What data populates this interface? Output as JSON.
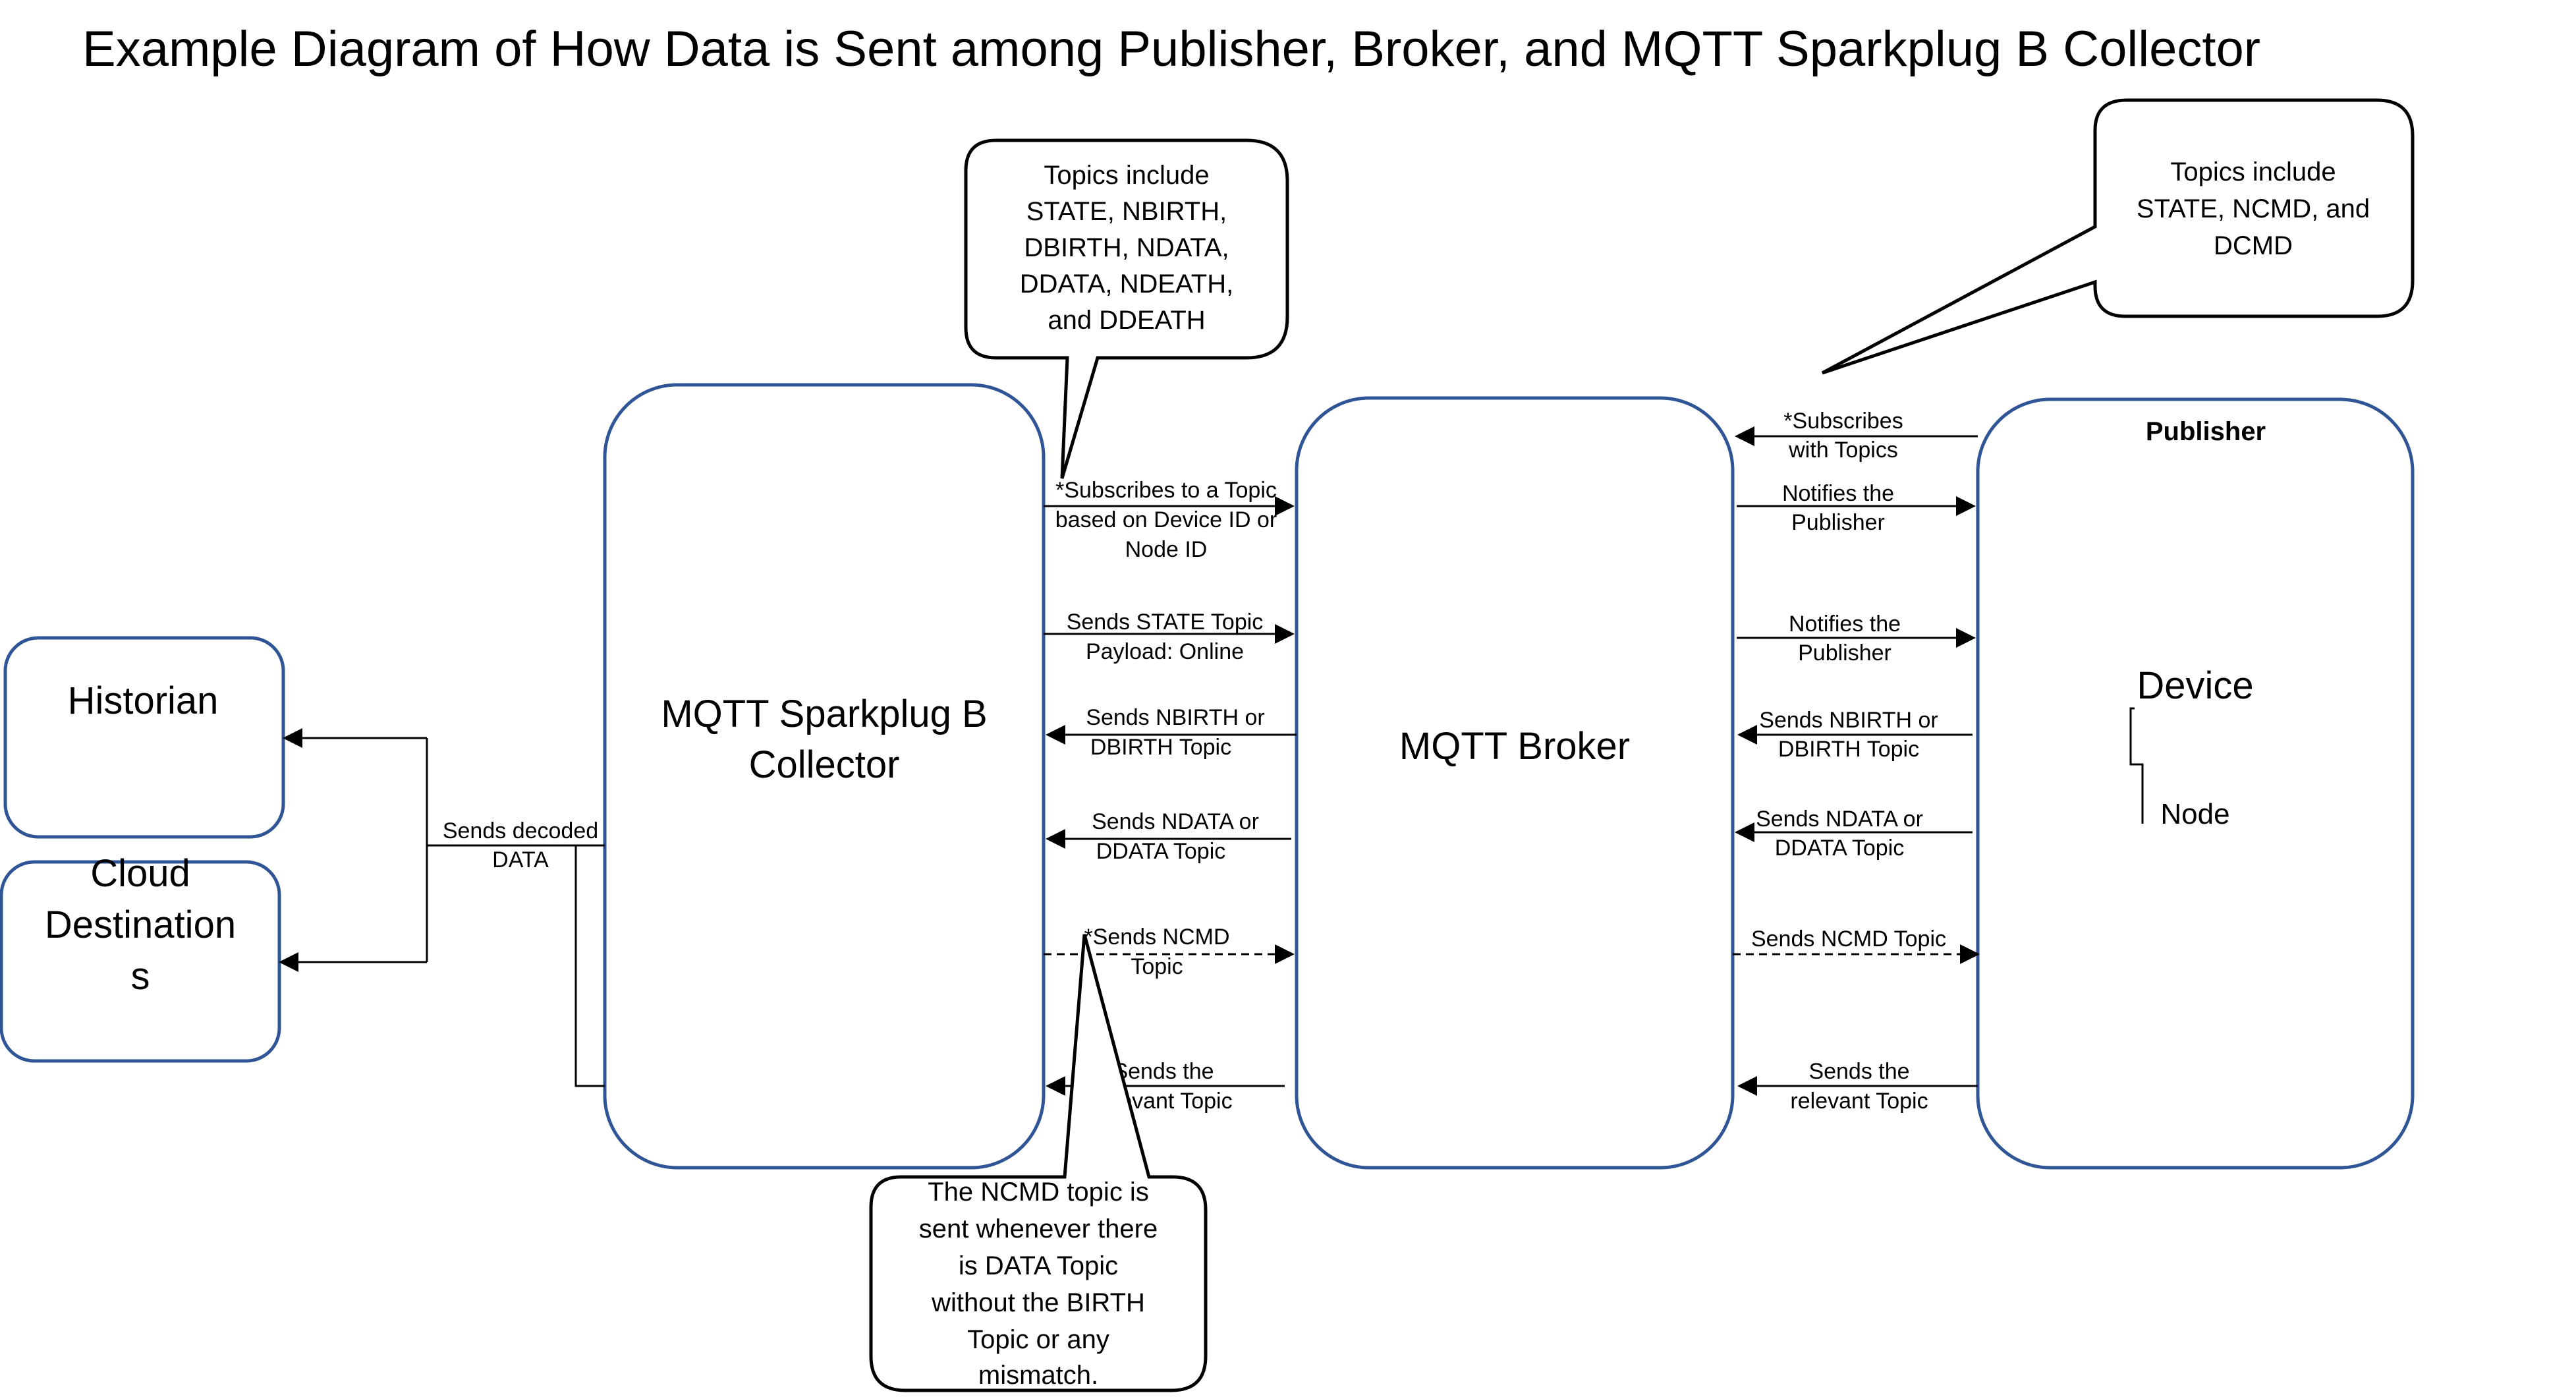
{
  "title": "Example Diagram of How Data is Sent among Publisher, Broker, and MQTT Sparkplug B Collector",
  "nodes": {
    "historian": "Historian",
    "cloud": [
      "Cloud",
      "Destination",
      "s"
    ],
    "collector": [
      "MQTT Sparkplug B",
      "Collector"
    ],
    "broker": "MQTT Broker",
    "publisher": "Publisher",
    "device": "Device",
    "node": "Node"
  },
  "edges": {
    "decoded": [
      "Sends decoded",
      "DATA"
    ],
    "subscribe_collector": [
      "*Subscribes to a Topic",
      "based on Device ID or",
      "Node ID"
    ],
    "state_topic": [
      "Sends STATE Topic",
      "Payload: Online"
    ],
    "nbirth_left": [
      "Sends NBIRTH or",
      "DBIRTH Topic"
    ],
    "ndata_left": [
      "Sends NDATA or",
      "DDATA Topic"
    ],
    "ncmd_left": [
      "*Sends NCMD",
      "Topic"
    ],
    "relevant_left": [
      "Sends the",
      "relevant Topic"
    ],
    "subscribe_publisher": [
      "*Subscribes",
      "with Topics"
    ],
    "notify1": [
      "Notifies the",
      "Publisher"
    ],
    "notify2": [
      "Notifies the",
      "Publisher"
    ],
    "nbirth_right": [
      "Sends NBIRTH or",
      "DBIRTH Topic"
    ],
    "ndata_right": [
      "Sends NDATA or",
      "DDATA Topic"
    ],
    "ncmd_right": "Sends NCMD Topic",
    "relevant_right": [
      "Sends the",
      "relevant Topic"
    ]
  },
  "callouts": {
    "collector_topics": [
      "Topics include",
      "STATE, NBIRTH,",
      "DBIRTH, NDATA,",
      "DDATA, NDEATH,",
      "and DDEATH"
    ],
    "publisher_topics": [
      "Topics include",
      "STATE, NCMD, and",
      "DCMD"
    ],
    "ncmd_note": [
      "The NCMD topic is",
      "sent whenever there",
      "is DATA Topic",
      "without the BIRTH",
      "Topic or any",
      "mismatch."
    ]
  }
}
